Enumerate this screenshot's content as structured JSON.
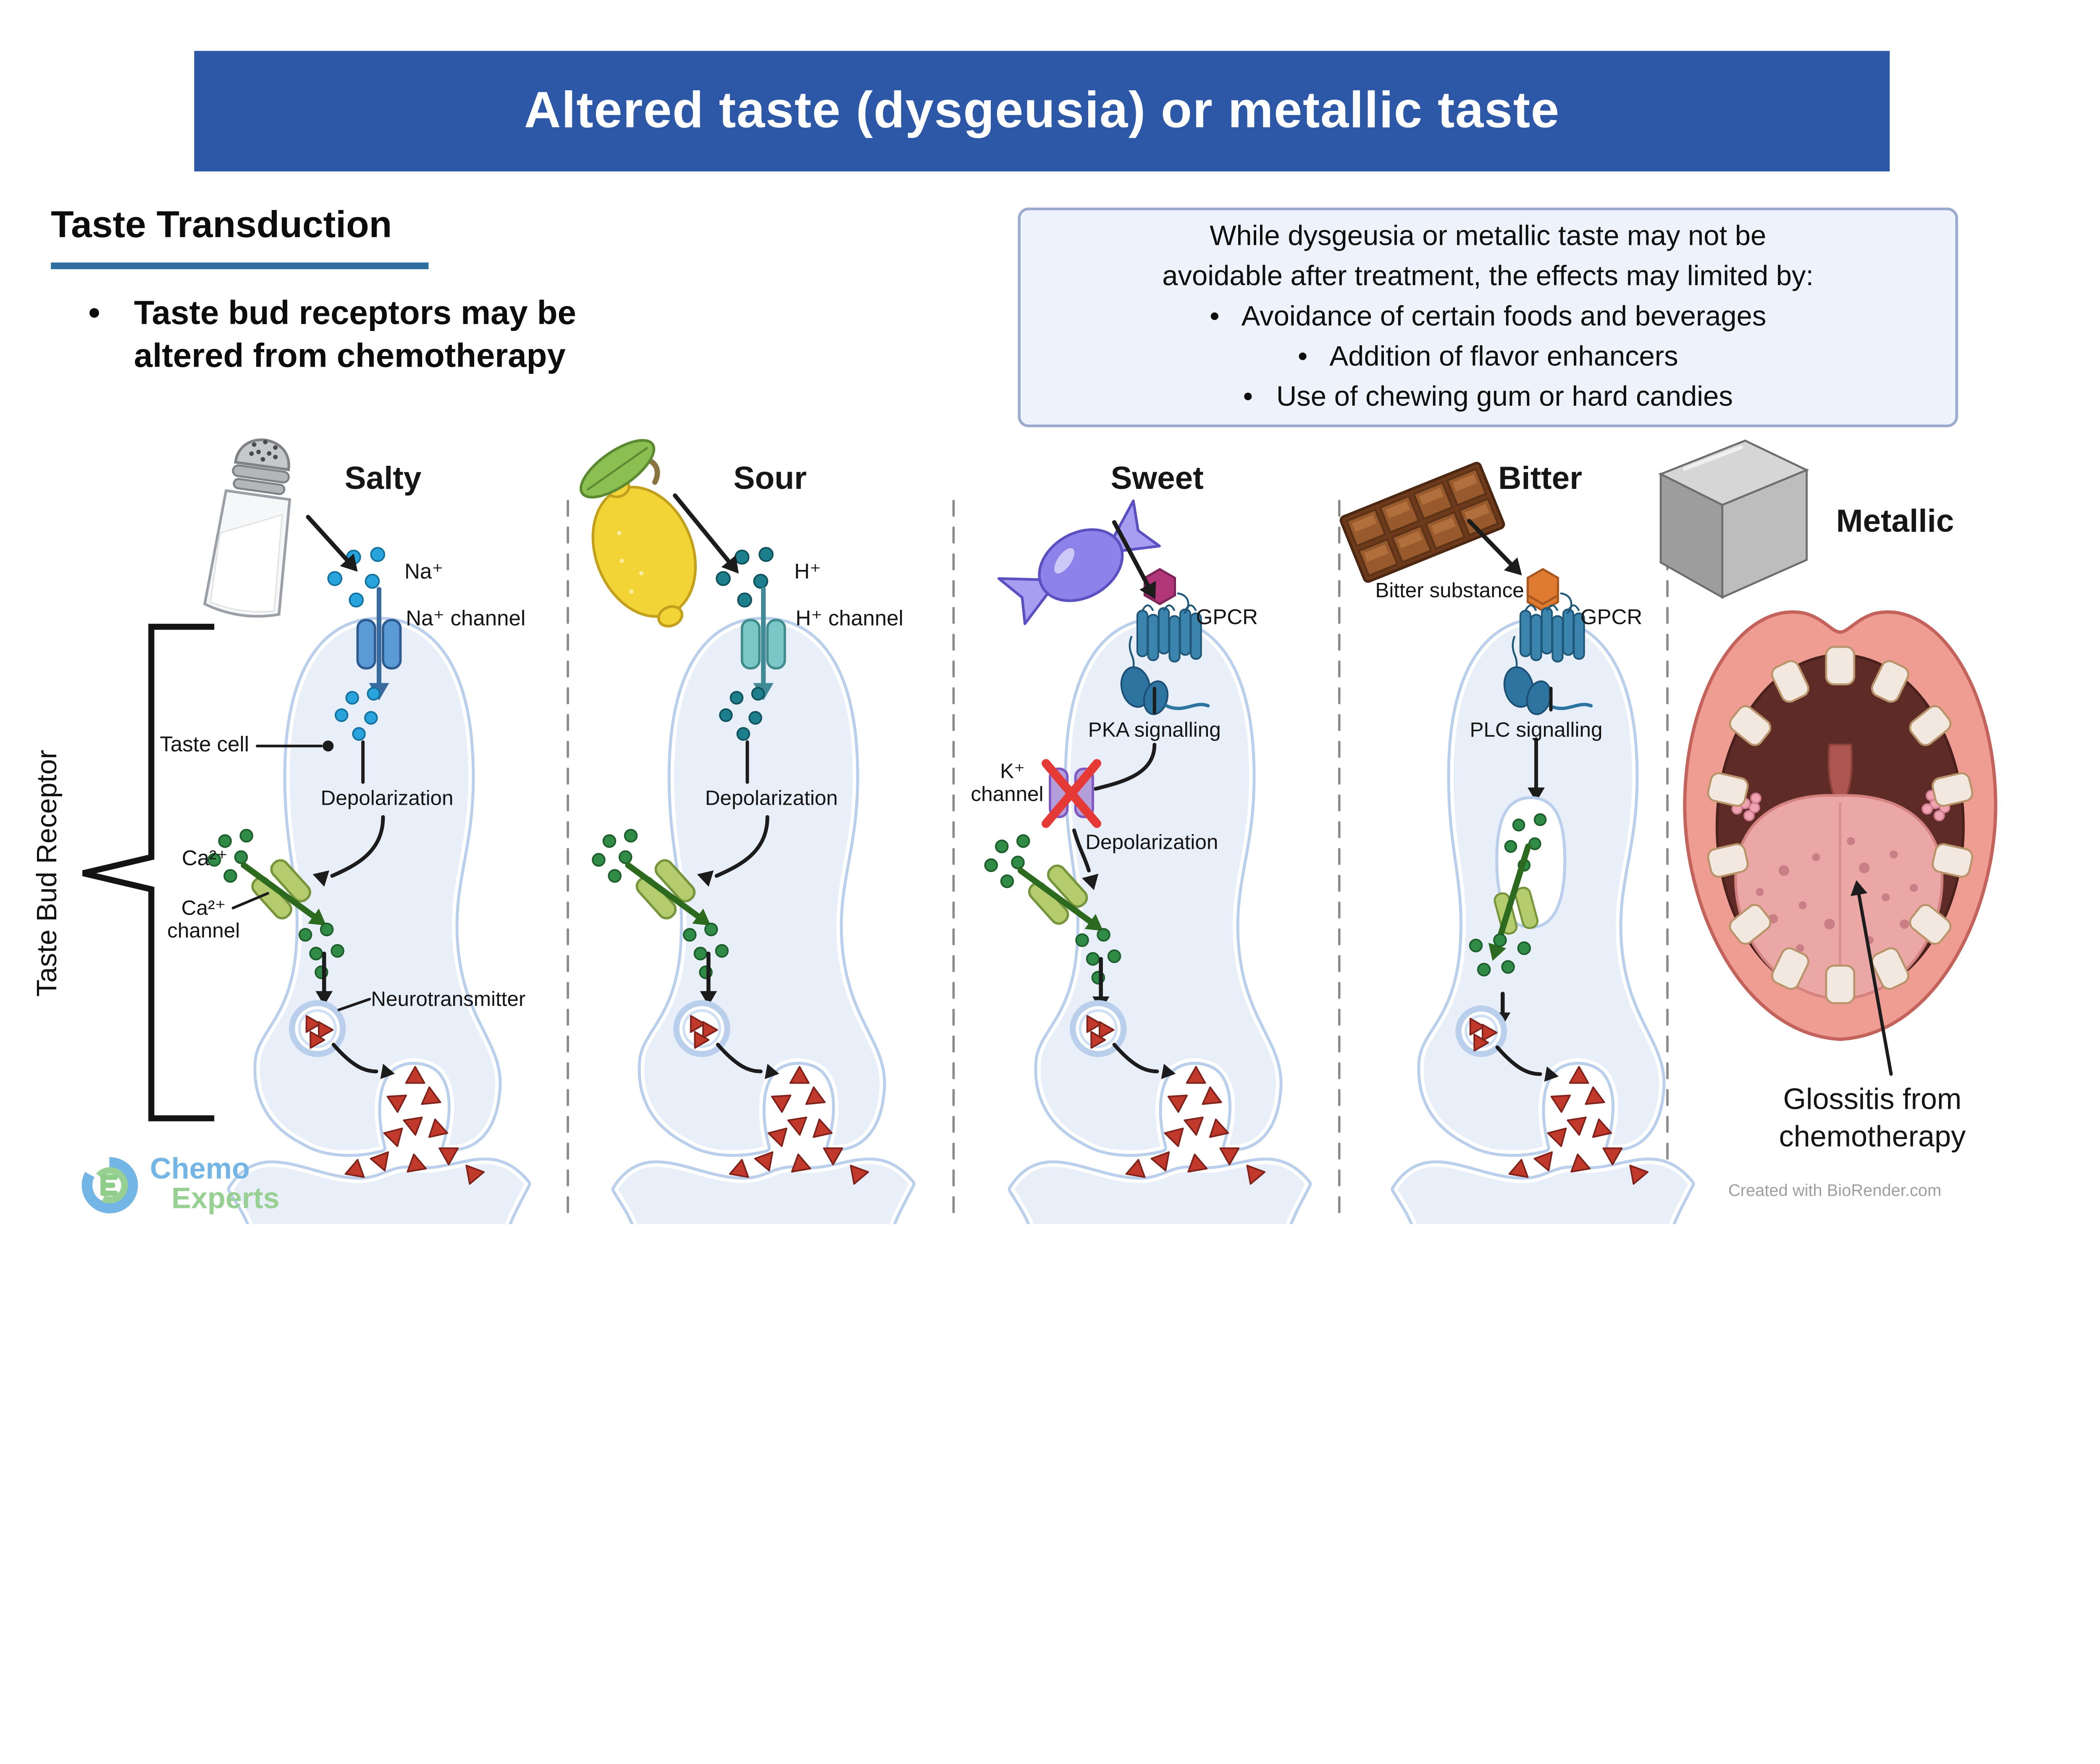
{
  "title": "Altered taste (dysgeusia) or metallic taste",
  "section": {
    "heading": "Taste Transduction",
    "bullet": "Taste bud receptors may be altered from chemotherapy"
  },
  "info_box": {
    "intro_line1": "While dysgeusia or metallic taste may not be",
    "intro_line2": "avoidable after treatment, the effects may limited by:",
    "bullets": [
      "Avoidance of certain foods and beverages",
      "Addition of flavor enhancers",
      "Use of chewing gum or hard candies"
    ]
  },
  "bracket_label": "Taste Bud Receptor",
  "columns": {
    "salty": {
      "header": "Salty",
      "icon": "salt-shaker",
      "ion_label": "Na⁺",
      "channel_label": "Na⁺ channel",
      "taste_cell_label": "Taste cell",
      "depolarization_label": "Depolarization",
      "ca_ion_label": "Ca²⁺",
      "ca_channel_label_line1": "Ca²⁺",
      "ca_channel_label_line2": "channel",
      "neurotransmitter_label": "Neurotransmitter"
    },
    "sour": {
      "header": "Sour",
      "icon": "lemon",
      "ion_label": "H⁺",
      "channel_label": "H⁺ channel",
      "depolarization_label": "Depolarization"
    },
    "sweet": {
      "header": "Sweet",
      "icon": "wrapped-candy",
      "receptor_label": "GPCR",
      "signalling_label": "PKA signalling",
      "k_channel_label_line1": "K⁺",
      "k_channel_label_line2": "channel",
      "depolarization_label": "Depolarization"
    },
    "bitter": {
      "header": "Bitter",
      "icon": "chocolate-bar",
      "substance_label": "Bitter substance",
      "receptor_label": "GPCR",
      "signalling_label": "PLC signalling"
    },
    "metallic": {
      "header": "Metallic",
      "icon": "metal-ingot"
    }
  },
  "mouth": {
    "caption_line1": "Glossitis from",
    "caption_line2": "chemotherapy"
  },
  "footer": {
    "logo_text_1": "Chemo",
    "logo_text_2": "Experts",
    "credit": "Created with BioRender.com"
  },
  "colors": {
    "title_bar": "#2d57a7",
    "heading_underline": "#2f6f9f",
    "info_box_bg": "#edf2fb",
    "info_box_border": "#9aaacf",
    "cell_fill": "#e9eff9",
    "membrane": "#b9cfec",
    "na_ion": "#29a3dc",
    "na_channel": "#5b9bd5",
    "h_ion": "#1d7f8c",
    "h_channel": "#79c7c7",
    "ca_ion": "#2f8b46",
    "ca_channel": "#b5cc6e",
    "k_channel": "#b39ddb",
    "gpcr": "#3a84ad",
    "sweet_ligand": "#b03579",
    "bitter_ligand": "#df7b30",
    "neurotransmitter": "#c0392b",
    "crossed_out": "#e53935",
    "logo_blue": "#73b5e5",
    "logo_green": "#98d094"
  }
}
